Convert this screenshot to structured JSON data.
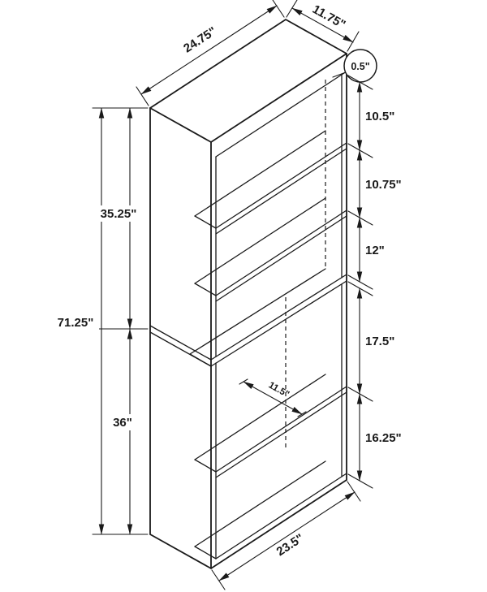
{
  "diagram": {
    "dims": {
      "top_width": "24.75\"",
      "top_depth": "11.75\"",
      "panel_thickness": "0.5\"",
      "overall_height": "71.25\"",
      "upper_section_height": "35.25\"",
      "lower_section_height": "36\"",
      "opening1_height": "10.5\"",
      "opening2_height": "10.75\"",
      "opening3_height": "12\"",
      "opening4_height": "17.5\"",
      "opening5_height": "16.25\"",
      "shelf_depth": "11.5\"",
      "bottom_width": "23.5\""
    },
    "colors": {
      "line": "#1a1a1a",
      "background": "#ffffff"
    }
  }
}
